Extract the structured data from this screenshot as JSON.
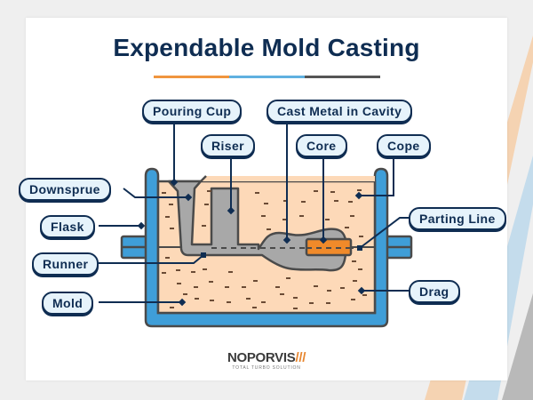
{
  "title": "Expendable Mold Casting",
  "colors": {
    "title": "#0f2d52",
    "accent_orange": "#f0953e",
    "accent_blue": "#5fb0e0",
    "accent_gray": "#555555",
    "flask_blue": "#3f9ed8",
    "sand": "#fdd9b8",
    "metal_gray": "#a8a8a8",
    "core_orange": "#f08a2a",
    "outline": "#4a4a4a",
    "label_fill": "#e6f3fb",
    "label_border": "#0f2d52"
  },
  "labels": {
    "pouring_cup": "Pouring Cup",
    "cast_metal": "Cast Metal in Cavity",
    "riser": "Riser",
    "core": "Core",
    "cope": "Cope",
    "downsprue": "Downsprue",
    "flask": "Flask",
    "parting_line": "Parting Line",
    "runner": "Runner",
    "drag": "Drag",
    "mold": "Mold"
  },
  "logo": {
    "name": "NOPORVIS",
    "slashes": "///",
    "tagline": "TOTAL TURBO SOLUTION"
  }
}
